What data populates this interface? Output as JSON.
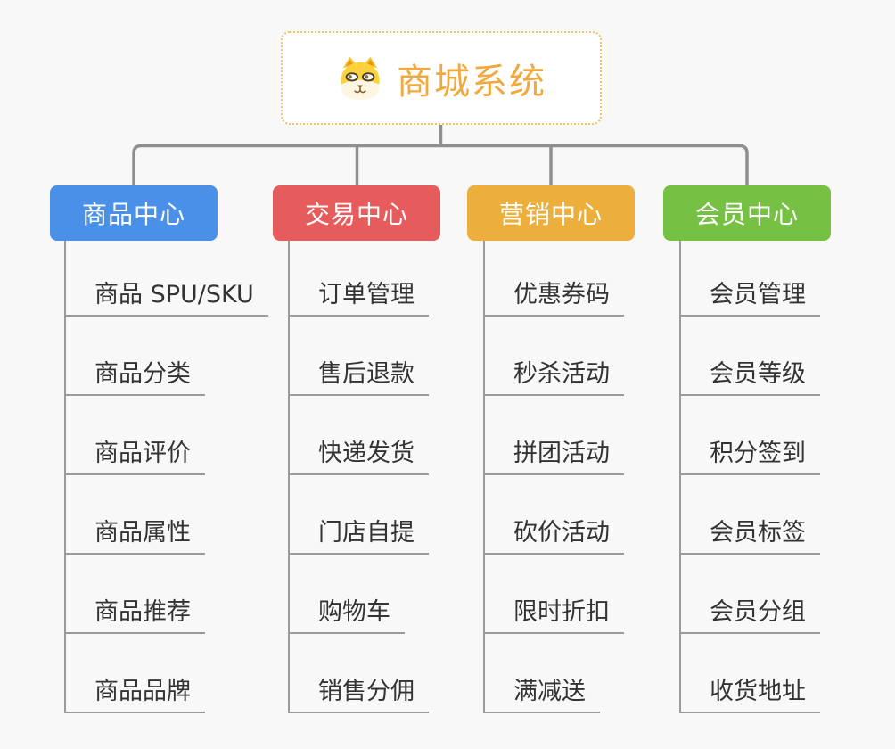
{
  "root": {
    "title": "商城系统",
    "icon": "dog-face-icon",
    "text_color": "#F2A93B",
    "border_color": "#F5C063"
  },
  "branches": [
    {
      "label": "商品中心",
      "color": "#4A90E8",
      "items": [
        "商品 SPU/SKU",
        "商品分类",
        "商品评价",
        "商品属性",
        "商品推荐",
        "商品品牌"
      ]
    },
    {
      "label": "交易中心",
      "color": "#E65C5C",
      "items": [
        "订单管理",
        "售后退款",
        "快递发货",
        "门店自提",
        "购物车",
        "销售分佣"
      ]
    },
    {
      "label": "营销中心",
      "color": "#ECAF3C",
      "items": [
        "优惠券码",
        "秒杀活动",
        "拼团活动",
        "砍价活动",
        "限时折扣",
        "满减送"
      ]
    },
    {
      "label": "会员中心",
      "color": "#76C143",
      "items": [
        "会员管理",
        "会员等级",
        "积分签到",
        "会员标签",
        "会员分组",
        "收货地址"
      ]
    }
  ],
  "colors": {
    "background": "#F8F8F8",
    "connector": "#8F8F8F",
    "leaf_line": "#9B9B9B",
    "leaf_text": "#333333"
  }
}
